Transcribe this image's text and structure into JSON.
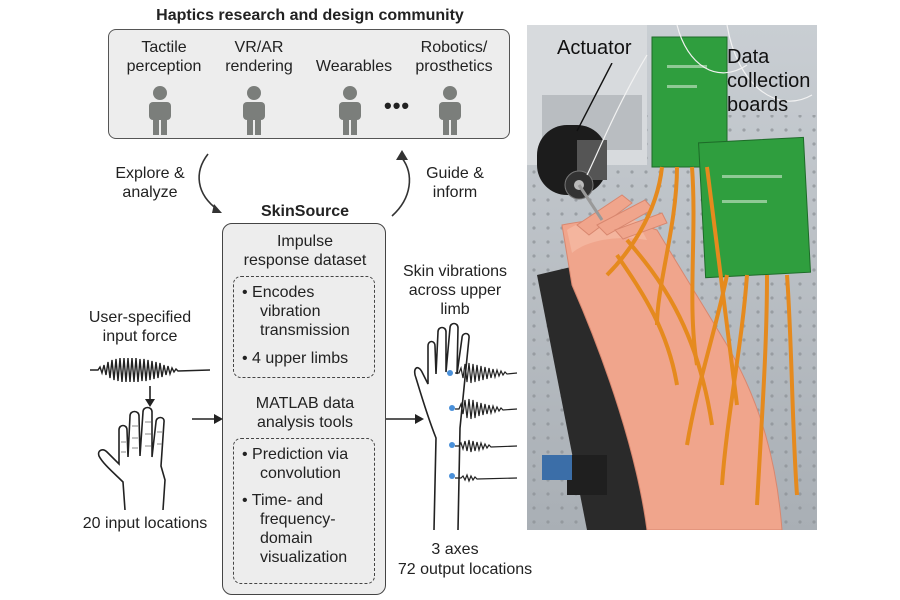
{
  "community": {
    "title": "Haptics research and design community",
    "categories": [
      {
        "line1": "Tactile",
        "line2": "perception"
      },
      {
        "line1": "VR/AR",
        "line2": "rendering"
      },
      {
        "line1": "",
        "line2": "Wearables"
      },
      {
        "line1": "Robotics/",
        "line2": "prosthetics"
      }
    ],
    "ellipsis": "•••"
  },
  "flow": {
    "explore_1": "Explore &",
    "explore_2": "analyze",
    "guide_1": "Guide &",
    "guide_2": "inform"
  },
  "skinsource": {
    "title": "SkinSource",
    "dataset_1": "Impulse",
    "dataset_2": "response dataset",
    "dataset_bullets": {
      "b1_l1": "• Encodes",
      "b1_l2": "vibration",
      "b1_l3": "transmission",
      "b2": "• 4 upper limbs"
    },
    "tools_1": "MATLAB data",
    "tools_2": "analysis tools",
    "tools_bullets": {
      "b1_l1": "• Prediction via",
      "b1_l2": "convolution",
      "b2_l1": "• Time- and",
      "b2_l2": "frequency-",
      "b2_l3": "domain",
      "b2_l4": "visualization"
    }
  },
  "input": {
    "label_1": "User-specified",
    "label_2": "input force",
    "locations": "20 input locations"
  },
  "output": {
    "label_1": "Skin vibrations",
    "label_2": "across upper",
    "label_3": "limb",
    "axes": "3 axes",
    "locations": "72 output locations"
  },
  "photo": {
    "actuator": "Actuator",
    "boards_1": "Data",
    "boards_2": "collection",
    "boards_3": "boards"
  },
  "colors": {
    "person": "#7b7e7b",
    "box_fill": "#ededed",
    "output_dot": "#4a90d9",
    "board_green": "#2f9e3e",
    "flex_orange": "#e58a1e",
    "skin": "#f0a58c"
  }
}
